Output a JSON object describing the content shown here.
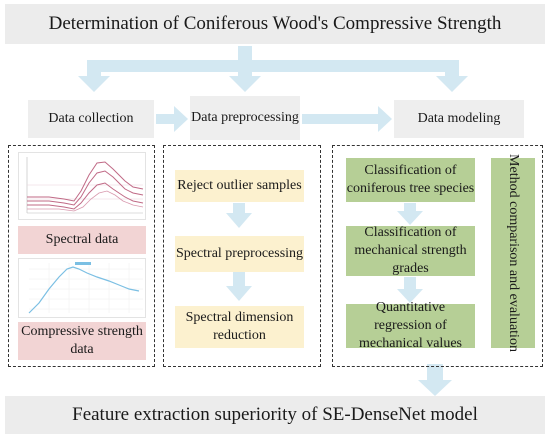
{
  "title": "Determination of Coniferous Wood's Compressive Strength",
  "stages": {
    "collection": "Data collection",
    "preprocessing": "Data preprocessing",
    "modeling": "Data modeling"
  },
  "collection_panel": {
    "spectral_label": "Spectral data",
    "strength_label": "Compressive strength data"
  },
  "preprocessing_panel": {
    "steps": [
      "Reject outlier samples",
      "Spectral preprocessing",
      "Spectral dimension reduction"
    ]
  },
  "modeling_panel": {
    "steps": [
      "Classification of coniferous tree species",
      "Classification of mechanical strength grades",
      "Quantitative regression of mechanical values"
    ],
    "side_label": "Method comparison and evaluation"
  },
  "footer": "Feature extraction superiority of SE-DenseNet model",
  "colors": {
    "arrow": "#d3e8f2",
    "pink": "#f2d4d4",
    "yellow": "#fcf1cf",
    "green": "#b6cf96",
    "gray": "#eeeeee",
    "spectral_lines": "#c06a86",
    "strength_line": "#7bbfe3"
  }
}
